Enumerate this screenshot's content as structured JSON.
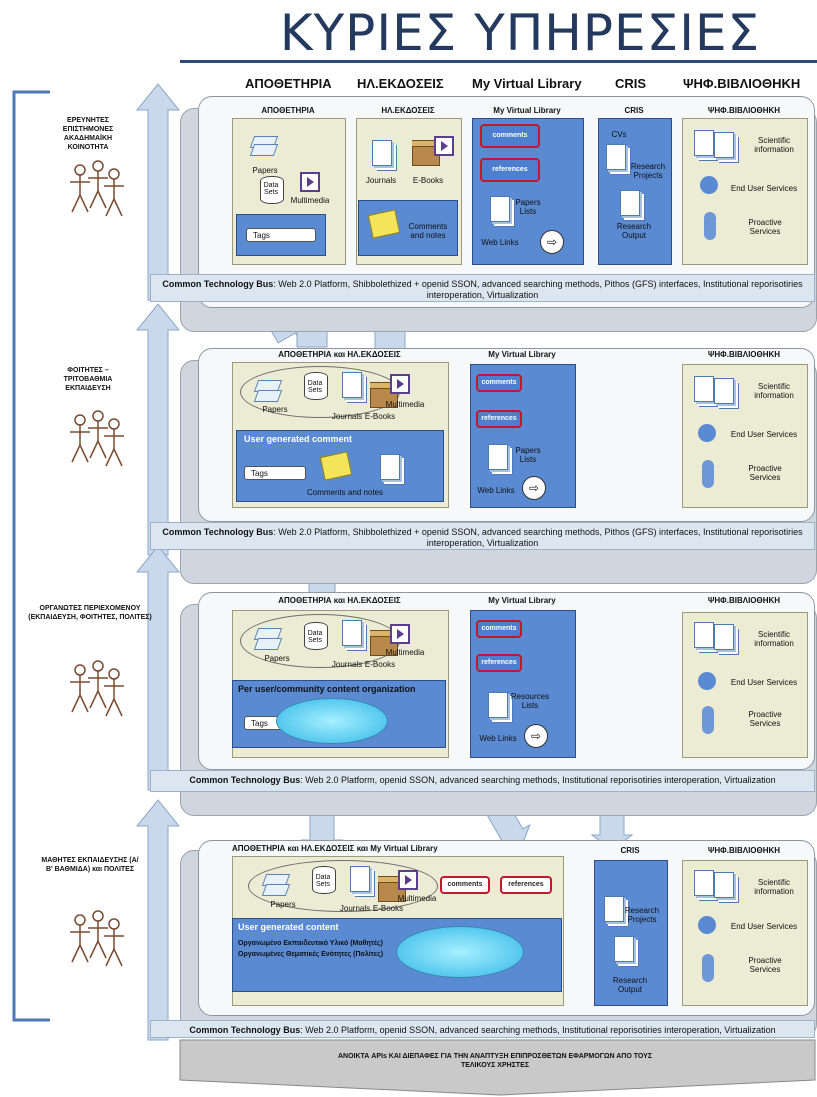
{
  "title": "ΚΥΡΙΕΣ ΥΠΗΡΕΣΙΕΣ",
  "columns": [
    "ΑΠΟΘΕΤΗΡΙΑ",
    "ΗΛ.ΕΚΔΟΣΕΙΣ",
    "My Virtual Library",
    "CRIS",
    "ΨΗΦ.ΒΙΒΛΙΟΘΗΚΗ"
  ],
  "groups": {
    "g1": "ΕΡΕΥΝΗΤΕΣ ΕΠΙΣΤΗΜΟΝΕΣ ΑΚΑΔΗΜΑΪΚΗ ΚΟΙΝΟΤΗΤΑ",
    "g2": "ΦΟΙΤΗΤΕΣ – ΤΡΙΤΟΒΑΘΜΙΑ ΕΚΠΑΙΔΕΥΣΗ",
    "g3": "ΟΡΓΑΝΩΤΕΣ ΠΕΡΙΕΧΟΜΕΝΟΥ (ΕΚΠΑΙΔΕΥΣΗ, ΦΟΙΤΗΤΕΣ, ΠΟΛΙΤΕΣ)",
    "g4": "ΜΑΘΗΤΕΣ ΕΚΠΑΙΔΕΥΣΗΣ (Α/Β' ΒΑΘΜΙΔΑ) και ΠΟΛΙΤΕΣ"
  },
  "layer1": {
    "repo": "ΑΠΟΘΕΤΗΡΙΑ",
    "epub": "ΗΛ.ΕΚΔΟΣΕΙΣ",
    "mvl": "My Virtual Library",
    "cris": "CRIS",
    "dl": "ΨΗΦ.ΒΙΒΛΙΟΘΗΚΗ",
    "papers": "Papers",
    "datasets": "Data Sets",
    "multimedia": "Multimedia",
    "tags": "Tags",
    "journals": "Journals",
    "ebooks": "E-Books",
    "comments_notes": "Comments and notes",
    "comments": "comments",
    "references": "references",
    "papers_lists": "Papers Lists",
    "web_links": "Web Links",
    "cvs": "CVs",
    "research_projects": "Research Projects",
    "research_output": "Research Output",
    "sci_info": "Scientific information",
    "end_user": "End User Services",
    "proactive": "Proactive Services"
  },
  "layer2": {
    "header": "ΑΠΟΘΕΤΗΡΙΑ και ΗΛ.ΕΚΔΟΣΕΙΣ",
    "mvl": "My Virtual Library",
    "dl": "ΨΗΦ.ΒΙΒΛΙΟΘΗΚΗ",
    "papers": "Papers",
    "datasets": "Data Sets",
    "journals": "Journals",
    "ebooks": "E-Books",
    "multimedia": "Multimedia",
    "ugc": "User generated comment",
    "tags": "Tags",
    "comments_notes": "Comments and notes",
    "comments": "comments",
    "references": "references",
    "papers_lists": "Papers Lists",
    "web_links": "Web Links",
    "sci_info": "Scientific information",
    "end_user": "End User Services",
    "proactive": "Proactive Services"
  },
  "layer3": {
    "header": "ΑΠΟΘΕΤΗΡΙΑ και ΗΛ.ΕΚΔΟΣΕΙΣ",
    "mvl": "My Virtual Library",
    "dl": "ΨΗΦ.ΒΙΒΛΙΟΘΗΚΗ",
    "papers": "Papers",
    "datasets": "Data Sets",
    "journals": "Journals",
    "ebooks": "E-Books",
    "multimedia": "Multimedia",
    "org": "Per user/community content organization",
    "tags": "Tags",
    "comments": "comments",
    "references": "references",
    "resources_lists": "Resources Lists",
    "web_links": "Web Links",
    "sci_info": "Scientific information",
    "end_user": "End User Services",
    "proactive": "Proactive Services"
  },
  "layer4": {
    "header": "ΑΠΟΘΕΤΗΡΙΑ και ΗΛ.ΕΚΔΟΣΕΙΣ και My Virtual Library",
    "cris": "CRIS",
    "dl": "ΨΗΦ.ΒΙΒΛΙΟΘΗΚΗ",
    "papers": "Papers",
    "datasets": "Data Sets",
    "journals": "Journals",
    "ebooks": "E-Books",
    "multimedia": "Multimedia",
    "comments": "comments",
    "references": "references",
    "ugc": "User generated content",
    "edu1": "Οργανωμένο Εκπαιδευτικό Υλικό (Μαθητές)",
    "edu2": "Οργανωμένες Θεματικές Ενότητες (Πολίτες)",
    "research_projects": "Research Projects",
    "research_output": "Research Output",
    "sci_info": "Scientific information",
    "end_user": "End User Services",
    "proactive": "Proactive Services"
  },
  "bus": {
    "label": "Common Technology Bus",
    "text12": ": Web 2.0 Platform, Shibbolethized + openid SSON, advanced searching methods, Pithos (GFS) interfaces, Institutional reporisotiries interoperation, Virtualization",
    "text34": ": Web 2.0 Platform, openid SSON, advanced searching methods, Institutional reporisotiries interoperation, Virtualization"
  },
  "footer": "ΑΝΟΙΚΤΑ APIs ΚΑΙ ΔΙΕΠΑΦΕΣ ΓΙΑ ΤΗΝ ΑΝΑΠΤΥΞΗ ΕΠΙΠΡΟΣΘΕΤΩΝ ΕΦΑΡΜΟΓΩΝ ΑΠΟ ΤΟΥΣ ΤΕΛΙΚΟΥΣ ΧΡΗΣΤΕΣ"
}
